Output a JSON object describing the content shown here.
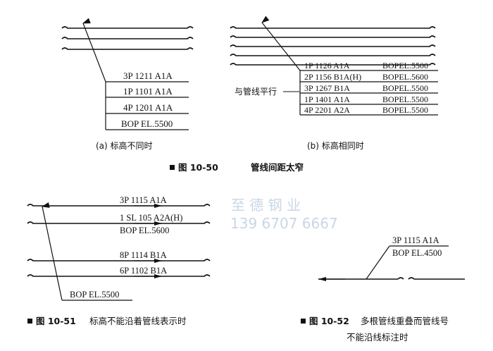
{
  "fig50": {
    "caption_number": "图 10-50",
    "caption_title": "管线间距太窄",
    "a": {
      "sublabel": "(a)  标高不同时",
      "labels": [
        "3P  1211  A1A",
        "1P  1101  A1A",
        "4P  1201  A1A",
        "BOP  EL.5500"
      ]
    },
    "b": {
      "sublabel": "(b)  标高相同时",
      "annotation": "与管线平行",
      "rows": [
        {
          "code": "1P  1126  A1A",
          "elev": "BOPEL.5500"
        },
        {
          "code": "2P  1156  B1A(H)",
          "elev": "BOPEL.5600"
        },
        {
          "code": "3P  1267  B1A",
          "elev": "BOPEL.5500"
        },
        {
          "code": "1P  1401  A1A",
          "elev": "BOPEL.5500"
        },
        {
          "code": "4P  2201  A2A",
          "elev": "BOPEL.5500"
        }
      ]
    }
  },
  "fig51": {
    "caption_number": "图 10-51",
    "caption_title": "标高不能沿着管线表示时",
    "labels": [
      "3P  1115  A1A",
      "1  SL  105   A2A(H)",
      "BOP  EL.5600",
      "8P   1114  B1A",
      "6P   1102  B1A",
      "BOP  EL.5500"
    ]
  },
  "fig52": {
    "caption_number": "图 10-52",
    "caption_title_line1": "多根管线重叠而管线号",
    "caption_title_line2": "不能沿线标注时",
    "labels": [
      "3P  1115  A1A",
      "BOP  EL.4500"
    ]
  },
  "watermark": {
    "line1": "至  德  钢  业",
    "line2": "139  6707  6667"
  }
}
